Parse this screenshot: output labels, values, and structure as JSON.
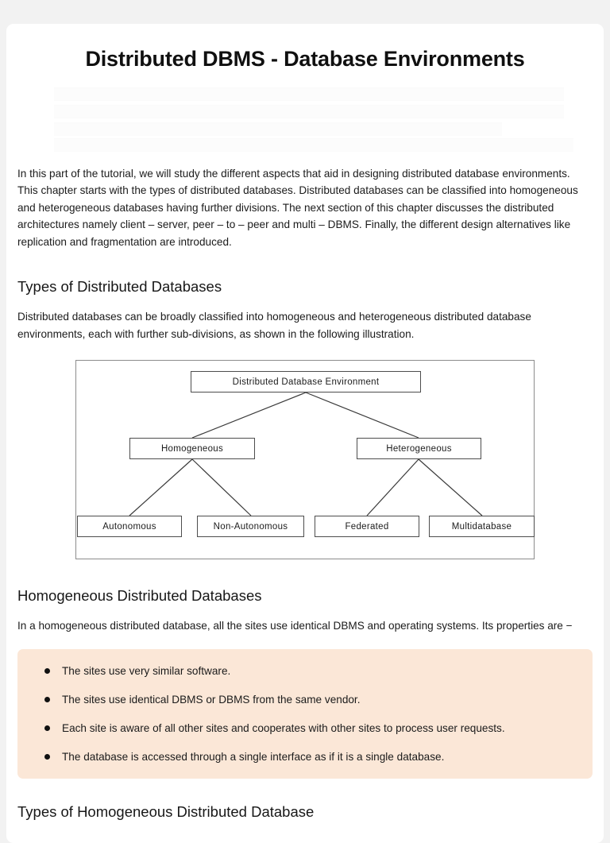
{
  "page": {
    "title": "Distributed DBMS - Database Environments",
    "background_color": "#f2f2f2",
    "card_color": "#ffffff"
  },
  "intro": {
    "paragraph": "In this part of the tutorial, we will study the different aspects that aid in designing distributed database environments. This chapter starts with the types of distributed databases. Distributed databases can be classified into homogeneous and heterogeneous databases having further divisions. The next section of this chapter discusses the distributed architectures namely client – server, peer – to – peer and multi – DBMS. Finally, the different design alternatives like replication and fragmentation are introduced."
  },
  "sections": [
    {
      "heading": "Types of Distributed Databases",
      "paragraph": "Distributed databases can be broadly classified into homogeneous and heterogeneous distributed database environments, each with further sub-divisions, as shown in the following illustration."
    },
    {
      "heading": "Homogeneous Distributed Databases",
      "paragraph": "In a homogeneous distributed database, all the sites use identical DBMS and operating systems. Its properties are −"
    },
    {
      "heading": "Types of Homogeneous Distributed Database"
    }
  ],
  "diagram": {
    "type": "tree",
    "nodes": {
      "root": "Distributed Database Environment",
      "level1": [
        "Homogeneous",
        "Heterogeneous"
      ],
      "level2": [
        "Autonomous",
        "Non-Autonomous",
        "Federated",
        "Multidatabase"
      ]
    },
    "border_color": "#8c8c8c",
    "node_border_color": "#4d4d4d"
  },
  "note_box": {
    "background_color": "#fbe7d7",
    "bullets": [
      "The sites use very similar software.",
      "The sites use identical DBMS or DBMS from the same vendor.",
      "Each site is aware of all other sites and cooperates with other sites to process user requests.",
      "The database is accessed through a single interface as if it is a single database."
    ]
  }
}
